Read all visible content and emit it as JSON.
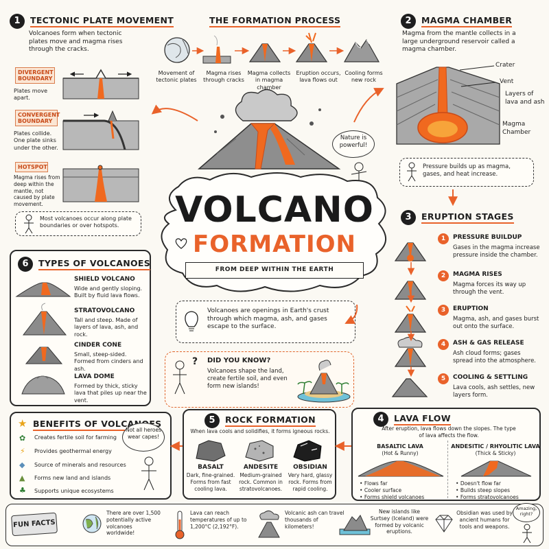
{
  "tectonic": {
    "num": "1",
    "title": "TECTONIC PLATE MOVEMENT",
    "intro": "Volcanoes form when tectonic plates move and magma rises through the cracks.",
    "boundaries": [
      {
        "label": "DIVERGENT BOUNDARY",
        "desc": "Plates move apart."
      },
      {
        "label": "CONVERGENT BOUNDARY",
        "desc": "Plates collide. One plate sinks under the other."
      },
      {
        "label": "HOTSPOT",
        "desc": "Magma rises from deep within the mantle, not caused by plate movement."
      }
    ],
    "note": "Most volcanoes occur along plate boundaries or over hotspots."
  },
  "process": {
    "title": "THE FORMATION PROCESS",
    "steps": [
      "Movement of tectonic plates",
      "Magma rises through cracks",
      "Magma collects in magma chamber",
      "Eruption occurs, lava flows out",
      "Cooling forms new rock"
    ]
  },
  "chamber": {
    "num": "2",
    "title": "MAGMA CHAMBER",
    "intro": "Magma from the mantle collects in a large underground reservoir called a magma chamber.",
    "labels": [
      "Crater",
      "Vent",
      "Layers of lava and ash",
      "Magma Chamber"
    ],
    "note": "Pressure builds up as magma, gases, and heat increase."
  },
  "center": {
    "bubble": "Nature is powerful!",
    "title_1": "VOLCANO",
    "title_2": "FORMATION",
    "ribbon": "FROM DEEP WITHIN THE EARTH",
    "definition": "Volcanoes are openings in Earth's crust through which magma, ash, and gases escape to the surface.",
    "dyk_title": "DID YOU KNOW?",
    "dyk_text": "Volcanoes shape the land, create fertile soil, and even form new islands!"
  },
  "eruption": {
    "num": "3",
    "title": "ERUPTION STAGES",
    "stages": [
      {
        "n": "1",
        "title": "PRESSURE BUILDUP",
        "desc": "Gases in the magma increase pressure inside the chamber."
      },
      {
        "n": "2",
        "title": "MAGMA RISES",
        "desc": "Magma forces its way up through the vent."
      },
      {
        "n": "3",
        "title": "ERUPTION",
        "desc": "Magma, ash, and gases burst out onto the surface."
      },
      {
        "n": "4",
        "title": "ASH & GAS RELEASE",
        "desc": "Ash cloud forms; gases spread into the atmosphere."
      },
      {
        "n": "5",
        "title": "COOLING & SETTLING",
        "desc": "Lava cools, ash settles, new layers form."
      }
    ]
  },
  "types": {
    "num": "6",
    "title": "TYPES OF VOLCANOES",
    "items": [
      {
        "name": "SHIELD VOLCANO",
        "desc": "Wide and gently sloping. Built by fluid lava flows."
      },
      {
        "name": "STRATOVOLCANO",
        "desc": "Tall and steep. Made of layers of lava, ash, and rock."
      },
      {
        "name": "CINDER CONE",
        "desc": "Small, steep-sided. Formed from cinders and ash."
      },
      {
        "name": "LAVA DOME",
        "desc": "Formed by thick, sticky lava that piles up near the vent."
      }
    ]
  },
  "benefits": {
    "title": "BENEFITS OF VOLCANOES",
    "items": [
      "Creates fertile soil for farming",
      "Provides geothermal energy",
      "Source of minerals and resources",
      "Forms new land and islands",
      "Supports unique ecosystems"
    ],
    "bubble": "Not all heroes wear capes!"
  },
  "rock": {
    "num": "5",
    "title": "ROCK FORMATION",
    "intro": "When lava cools and solidifies, it forms igneous rocks.",
    "rocks": [
      {
        "name": "BASALT",
        "desc": "Dark, fine-grained. Forms from fast cooling lava."
      },
      {
        "name": "ANDESITE",
        "desc": "Medium-grained rock. Common in stratovolcanoes."
      },
      {
        "name": "OBSIDIAN",
        "desc": "Very hard, glassy rock. Forms from rapid cooling."
      }
    ]
  },
  "lava": {
    "num": "4",
    "title": "LAVA FLOW",
    "intro": "After eruption, lava flows down the slopes. The type of lava affects the flow.",
    "types": [
      {
        "name": "BASALTIC LAVA",
        "sub": "(Hot & Runny)",
        "points": [
          "Flows far",
          "Cooler surface",
          "Forms shield volcanoes"
        ]
      },
      {
        "name": "ANDESITIC / RHYOLITIC LAVA",
        "sub": "(Thick & Sticky)",
        "points": [
          "Doesn't flow far",
          "Builds steep slopes",
          "Forms stratovolcanoes"
        ]
      }
    ]
  },
  "facts": {
    "title": "FUN FACTS",
    "items": [
      "There are over 1,500 potentially active volcanoes worldwide!",
      "Lava can reach temperatures of up to 1,200°C (2,192°F).",
      "Volcanic ash can travel thousands of kilometers!",
      "New islands like Surtsey (Iceland) were formed by volcanic eruptions.",
      "Obsidian was used by ancient humans for tools and weapons."
    ],
    "bubble": "Amazing, right?"
  },
  "colors": {
    "accent": "#e9622a",
    "lava": "#f0691f",
    "ink": "#1e1e1e"
  }
}
